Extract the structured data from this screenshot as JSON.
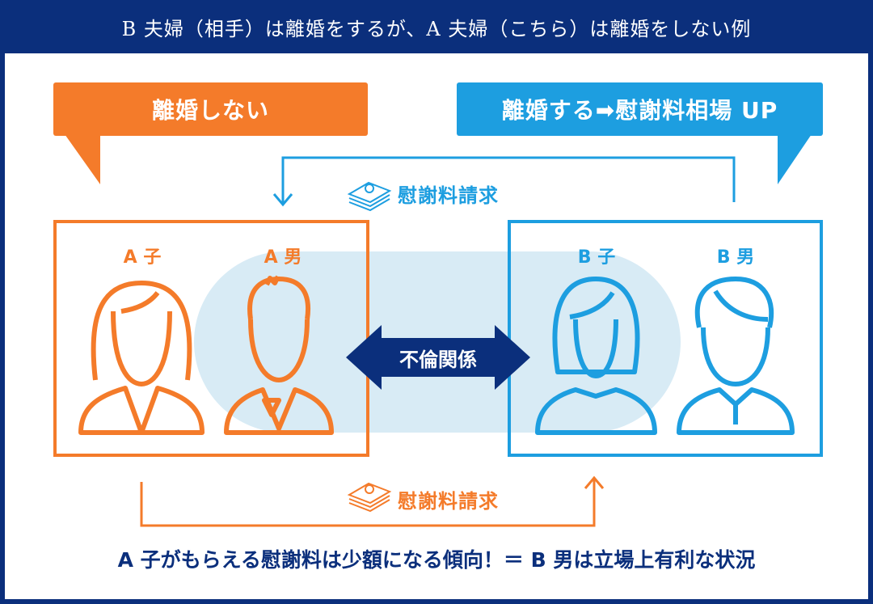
{
  "title": "B 夫婦（相手）は離婚をするが、A 夫婦（こちら）は離婚をしない例",
  "callouts": {
    "a_couple": "離婚しない",
    "b_couple": "離婚する➡慰謝料相場 UP"
  },
  "people": {
    "a_wife": "A 子",
    "a_husband": "A 男",
    "b_wife": "B 子",
    "b_husband": "B 男"
  },
  "relation": "不倫関係",
  "claims": {
    "top": "慰謝料請求",
    "bottom": "慰謝料請求"
  },
  "summary": "A 子がもらえる慰謝料は少額になる傾向！＝ B 男は立場上有利な状況",
  "colors": {
    "navy": "#0b2f7c",
    "orange": "#f47b2a",
    "blue": "#1d9ee0",
    "light_circle": "#d8ebf5"
  },
  "icons": [
    "money-stack-icon",
    "woman-icon",
    "man-icon",
    "double-arrow-icon"
  ]
}
